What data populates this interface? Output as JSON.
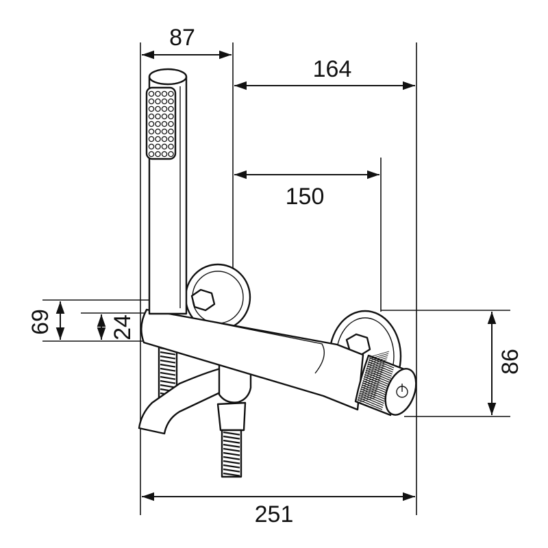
{
  "dimensions": {
    "top_left_width": "87",
    "top_right_width": "164",
    "mid_width": "150",
    "total_width": "251",
    "left_height_outer": "69",
    "left_height_inner": "24",
    "right_height": "86"
  }
}
